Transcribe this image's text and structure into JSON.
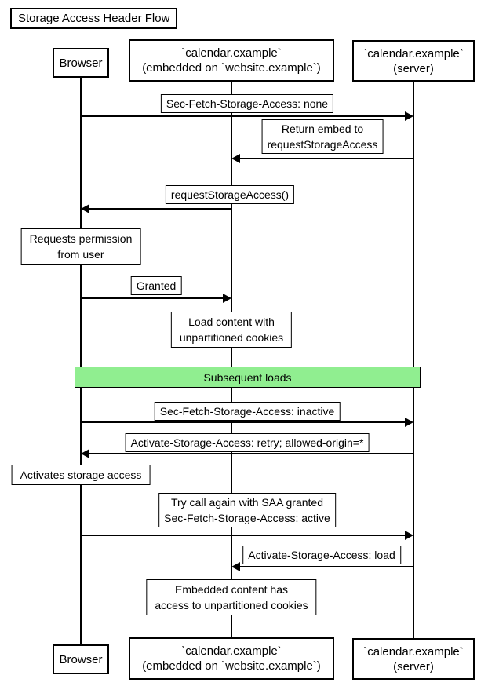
{
  "title": "Storage Access Header Flow",
  "participants": {
    "browser": "Browser",
    "embed": "`calendar.example`\n(embedded on `website.example`)",
    "server": "`calendar.example`\n(server)"
  },
  "messages": [
    {
      "label": "Sec-Fetch-Storage-Access: none",
      "from": "browser",
      "to": "server"
    },
    {
      "label": "Return embed to\nrequestStorageAccess",
      "from": "server",
      "to": "embed"
    },
    {
      "label": "requestStorageAccess()",
      "from": "embed",
      "to": "browser"
    },
    {
      "label": "Granted",
      "from": "browser",
      "to": "embed"
    },
    {
      "label": "Sec-Fetch-Storage-Access: inactive",
      "from": "browser",
      "to": "server"
    },
    {
      "label": "Activate-Storage-Access: retry; allowed-origin=*",
      "from": "server",
      "to": "browser"
    },
    {
      "label": "Try call again with SAA granted\nSec-Fetch-Storage-Access: active",
      "from": "browser",
      "to": "server"
    },
    {
      "label": "Activate-Storage-Access: load",
      "from": "server",
      "to": "embed"
    }
  ],
  "notes": [
    {
      "label": "Requests permission\nfrom user",
      "over": "browser"
    },
    {
      "label": "Load content with\nunpartitioned cookies",
      "over": "embed"
    },
    {
      "label": "Activates storage access",
      "over": "browser"
    },
    {
      "label": "Embedded content has\naccess to unpartitioned cookies",
      "over": "embed"
    }
  ],
  "divider": {
    "label": "Subsequent loads"
  },
  "colors": {
    "line": "#000000",
    "box_background": "#ffffff",
    "divider_background": "#90EE90",
    "text": "#000000"
  }
}
